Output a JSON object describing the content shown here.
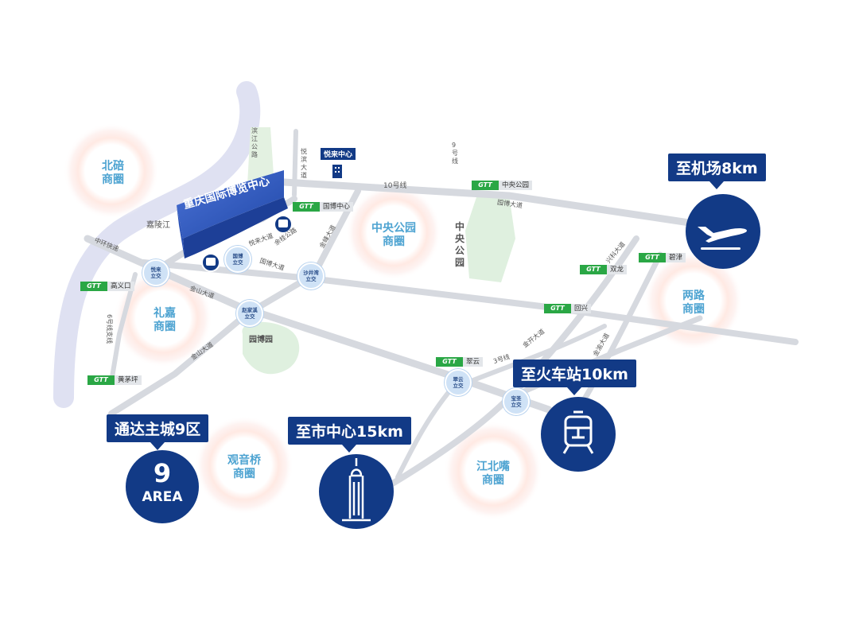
{
  "landmark": {
    "name": "重庆国际博览中心"
  },
  "poi": {
    "yuelai_center": "悦来中心"
  },
  "districts": {
    "beibei": "北碚\n商圈",
    "lijia": "礼嘉\n商圈",
    "central_park": "中央公园\n商圈",
    "lianglu": "两路\n商圈",
    "guanyinqiao": "观音桥\n商圈",
    "jiangbeizui": "江北嘴\n商圈"
  },
  "callouts": {
    "airport": "至机场8km",
    "train": "至火车站10km",
    "city": "至市中心15km",
    "nine_districts": "通达主城9区"
  },
  "area_badge": {
    "number": "9",
    "word": "AREA"
  },
  "metro_logo": "GTT",
  "metro_stations": {
    "guobo": "国博中心",
    "zhongyang": "中央公园",
    "bijin": "碧津",
    "shuanglong": "双龙",
    "huixing": "回兴",
    "cuiyun": "翠云",
    "gaoyikou": "高义口",
    "huangmaoping": "黄茅坪"
  },
  "interchanges": {
    "guobo": "国博\n立交",
    "yuelai": "悦来\n立交",
    "shajingwan": "沙井湾\n立交",
    "zhaojiaxi": "赵家溪\n立交",
    "cuiyun": "翠云\n立交",
    "baosheng": "宝圣\n立交"
  },
  "roads": {
    "binjiang": "滨江公路",
    "yuemin": "悦滨大道",
    "line9": "9号线",
    "line10": "10号线",
    "line6": "6号线支线",
    "line3": "3号线",
    "jialing": "嘉陵江",
    "zhonghuan": "中环快速",
    "yuelai_ave": "悦来大道",
    "jinfeng": "金峰大道",
    "jinshan": "金山大道",
    "jinshan2": "金山大道",
    "jinkai": "金开大道",
    "xingke": "兴科大道",
    "guobo_ave": "国博大道",
    "jingfu": "园博大道",
    "yuyue": "余桂公路",
    "jinyu": "金渝大道"
  },
  "parks": {
    "central_park": "中央\n公园",
    "garden_expo": "园博园"
  }
}
